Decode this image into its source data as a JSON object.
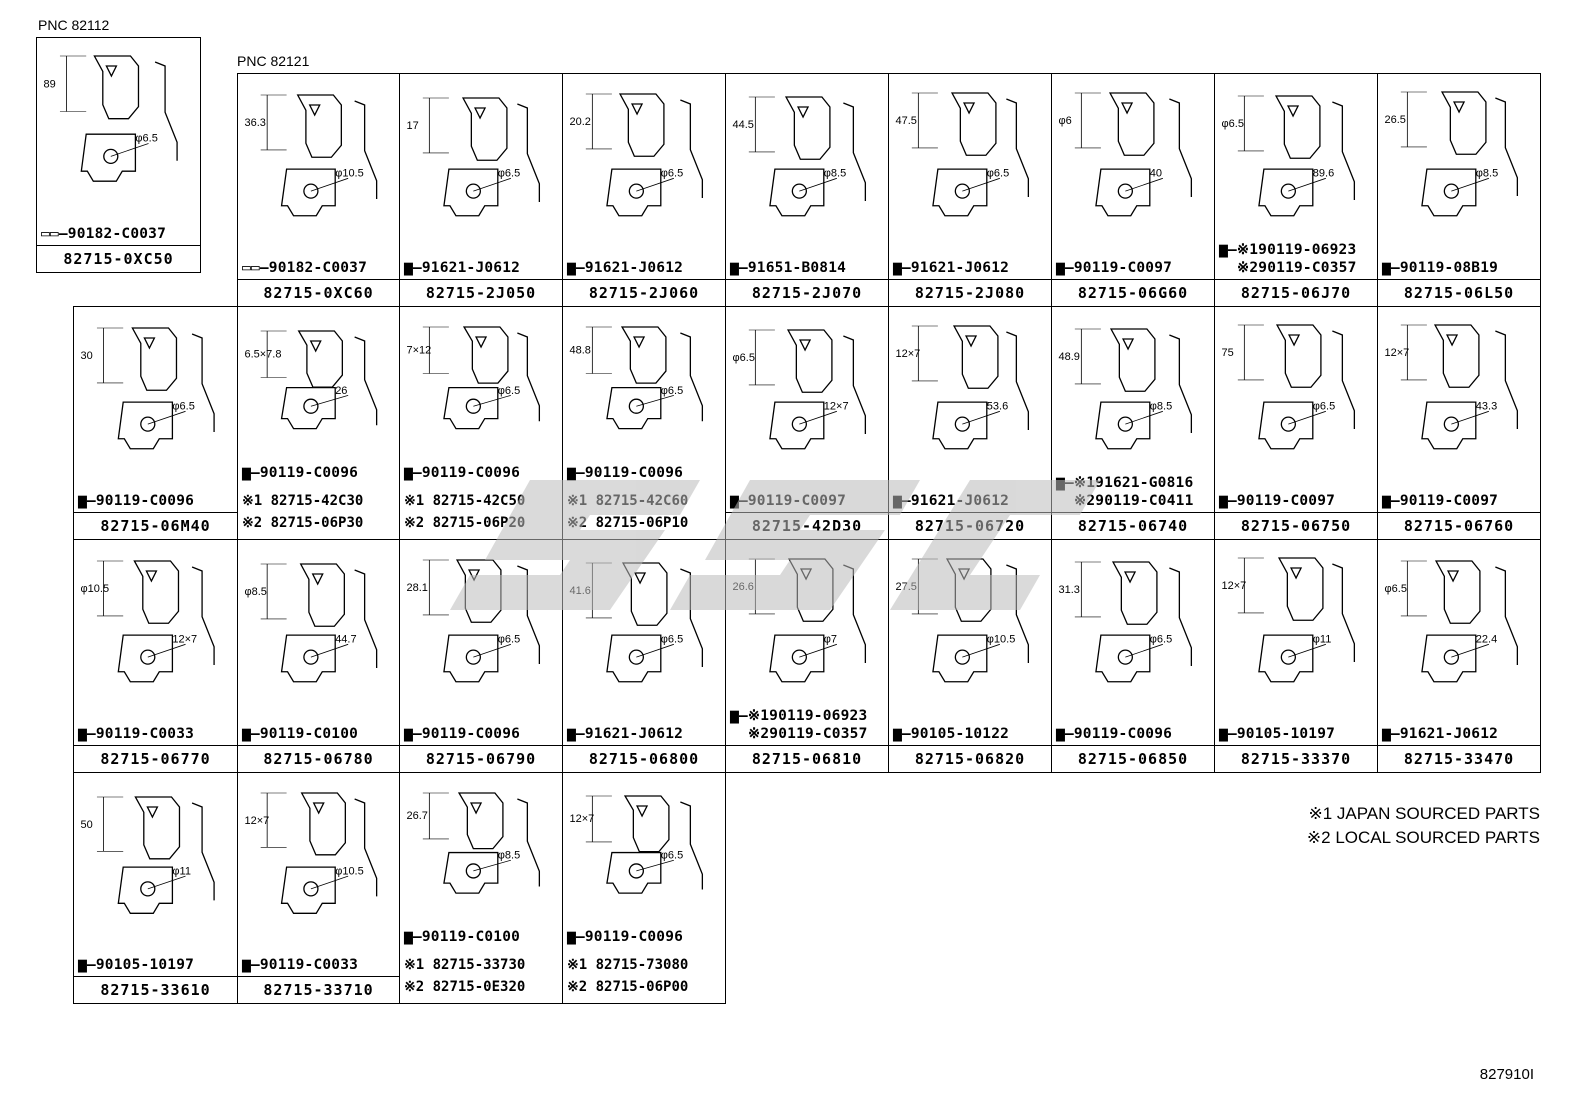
{
  "pnc_top": "PNC 82112",
  "pnc_main": "PNC 82121",
  "drawing_code": "827910I",
  "legend": [
    "※1 JAPAN SOURCED PARTS",
    "※2 LOCAL SOURCED PARTS"
  ],
  "cells": [
    {
      "part": "82715-0XC50",
      "bolt": "90182-C0037",
      "bolt_icon": "clip-icon",
      "dims": [
        "89",
        "φ6.5"
      ]
    },
    {
      "part": "82715-0XC60",
      "bolt": "90182-C0037",
      "bolt_icon": "clip-icon",
      "dims": [
        "36.3",
        "φ10.5"
      ]
    },
    {
      "part": "82715-2J050",
      "bolt": "91621-J0612",
      "bolt_icon": "bolt-icon",
      "dims": [
        "17",
        "φ6.5"
      ]
    },
    {
      "part": "82715-2J060",
      "bolt": "91621-J0612",
      "bolt_icon": "bolt-icon",
      "dims": [
        "20.2",
        "φ6.5"
      ]
    },
    {
      "part": "82715-2J070",
      "bolt": "91651-B0814",
      "bolt_icon": "bolt-icon",
      "dims": [
        "44.5",
        "φ8.5"
      ]
    },
    {
      "part": "82715-2J080",
      "bolt": "91621-J0612",
      "bolt_icon": "bolt-icon",
      "dims": [
        "47.5",
        "φ6.5"
      ]
    },
    {
      "part": "82715-06G60",
      "bolt": "90119-C0097",
      "bolt_icon": "bolt-icon",
      "dims": [
        "φ6",
        "40"
      ]
    },
    {
      "part": "82715-06J70",
      "bolt": "※190119-06923",
      "bolt2": "※290119-C0357",
      "bolt_icon": "bolt-icon",
      "dims": [
        "φ6.5",
        "89.6"
      ]
    },
    {
      "part": "82715-06L50",
      "bolt": "90119-08B19",
      "bolt_icon": "bolt-icon",
      "dims": [
        "26.5",
        "φ8.5"
      ]
    },
    {
      "part": "82715-06M40",
      "bolt": "90119-C0096",
      "bolt_icon": "bolt-icon",
      "dims": [
        "30",
        "φ6.5"
      ]
    },
    {
      "part": "※1 82715-42C30",
      "bolt": "90119-C0096",
      "bolt_icon": "bolt-icon",
      "note2": "※2 82715-06P30",
      "dims": [
        "6.5×7.8",
        "26"
      ]
    },
    {
      "part": "※1 82715-42C50",
      "bolt": "90119-C0096",
      "bolt_icon": "bolt-icon",
      "note2": "※2 82715-06P20",
      "dims": [
        "7×12",
        "φ6.5"
      ]
    },
    {
      "part": "※1 82715-42C60",
      "bolt": "90119-C0096",
      "bolt_icon": "bolt-icon",
      "note2": "※2 82715-06P10",
      "dims": [
        "48.8",
        "φ6.5"
      ]
    },
    {
      "part": "82715-42D30",
      "bolt": "90119-C0097",
      "bolt_icon": "bolt-icon",
      "dims": [
        "φ6.5",
        "12×7"
      ]
    },
    {
      "part": "82715-06720",
      "bolt": "91621-J0612",
      "bolt_icon": "bolt-icon",
      "dims": [
        "12×7",
        "53.6"
      ]
    },
    {
      "part": "82715-06740",
      "bolt": "※191621-G0816",
      "bolt2": "※290119-C0411",
      "bolt_icon": "bolt-icon",
      "dims": [
        "48.9",
        "φ8.5"
      ]
    },
    {
      "part": "82715-06750",
      "bolt": "90119-C0097",
      "bolt_icon": "bolt-icon",
      "dims": [
        "75",
        "φ6.5"
      ]
    },
    {
      "part": "82715-06760",
      "bolt": "90119-C0097",
      "bolt_icon": "bolt-icon",
      "dims": [
        "12×7",
        "43.3"
      ]
    },
    {
      "part": "82715-06770",
      "bolt": "90119-C0033",
      "bolt_icon": "bolt-icon",
      "dims": [
        "φ10.5",
        "12×7"
      ]
    },
    {
      "part": "82715-06780",
      "bolt": "90119-C0100",
      "bolt_icon": "bolt-icon",
      "dims": [
        "φ8.5",
        "44.7"
      ]
    },
    {
      "part": "82715-06790",
      "bolt": "90119-C0096",
      "bolt_icon": "bolt-icon",
      "dims": [
        "28.1",
        "φ6.5"
      ]
    },
    {
      "part": "82715-06800",
      "bolt": "91621-J0612",
      "bolt_icon": "bolt-icon",
      "dims": [
        "41.6",
        "φ6.5"
      ]
    },
    {
      "part": "82715-06810",
      "bolt": "※190119-06923",
      "bolt2": "※290119-C0357",
      "bolt_icon": "bolt-icon",
      "dims": [
        "26.6",
        "φ7"
      ]
    },
    {
      "part": "82715-06820",
      "bolt": "90105-10122",
      "bolt_icon": "bolt-icon",
      "dims": [
        "27.5",
        "φ10.5"
      ]
    },
    {
      "part": "82715-06850",
      "bolt": "90119-C0096",
      "bolt_icon": "bolt-icon",
      "dims": [
        "31.3",
        "φ6.5"
      ]
    },
    {
      "part": "82715-33370",
      "bolt": "90105-10197",
      "bolt_icon": "bolt-icon",
      "dims": [
        "12×7",
        "φ11"
      ]
    },
    {
      "part": "82715-33470",
      "bolt": "91621-J0612",
      "bolt_icon": "bolt-icon",
      "dims": [
        "φ6.5",
        "22.4"
      ]
    },
    {
      "part": "82715-33610",
      "bolt": "90105-10197",
      "bolt_icon": "bolt-icon",
      "dims": [
        "50",
        "φ11"
      ]
    },
    {
      "part": "82715-33710",
      "bolt": "90119-C0033",
      "bolt_icon": "bolt-icon",
      "dims": [
        "12×7",
        "φ10.5"
      ]
    },
    {
      "part": "※1 82715-33730",
      "bolt": "90119-C0100",
      "bolt_icon": "bolt-icon",
      "note2": "※2 82715-0E320",
      "dims": [
        "26.7",
        "φ8.5"
      ]
    },
    {
      "part": "※1 82715-73080",
      "bolt": "90119-C0096",
      "bolt_icon": "bolt-icon",
      "note2": "※2 82715-06P00",
      "dims": [
        "12×7",
        "φ6.5"
      ]
    }
  ]
}
